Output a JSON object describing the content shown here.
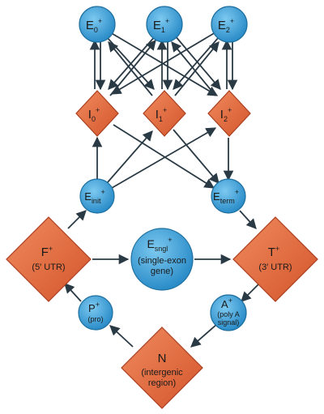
{
  "diagram": {
    "nodes": {
      "E0": {
        "main": "E",
        "sub": "0",
        "sup": "+"
      },
      "E1": {
        "main": "E",
        "sub": "1",
        "sup": "+"
      },
      "E2": {
        "main": "E",
        "sub": "2",
        "sup": "+"
      },
      "I0": {
        "main": "I",
        "sub": "0",
        "sup": "+"
      },
      "I1": {
        "main": "I",
        "sub": "1",
        "sup": "+"
      },
      "I2": {
        "main": "I",
        "sub": "2",
        "sup": "+"
      },
      "Einit": {
        "main": "E",
        "sub": "init",
        "sup": "+"
      },
      "Eterm": {
        "main": "E",
        "sub": "term",
        "sup": "+"
      },
      "F": {
        "main": "F",
        "sup": "+",
        "line2": "(5′ UTR)"
      },
      "Esngl": {
        "main": "E",
        "sub": "sngl",
        "sup": "+",
        "line2": "(single-exon",
        "line3": "gene)"
      },
      "T": {
        "main": "T",
        "sup": "+",
        "line2": "(3′ UTR)"
      },
      "P": {
        "main": "P",
        "sup": "+",
        "line2": "(pro)"
      },
      "A": {
        "main": "A",
        "sup": "+",
        "line2": "(poly A",
        "line3": "signal)"
      },
      "N": {
        "main": "N",
        "line2": "(intergenic",
        "line3": "region)"
      }
    },
    "colors": {
      "exon_fill": "#3a9fd6",
      "exon_stroke": "#1d6f9f",
      "state_fill": "#e0683f",
      "state_stroke": "#a8401f",
      "arrow": "#2a3a45"
    }
  }
}
